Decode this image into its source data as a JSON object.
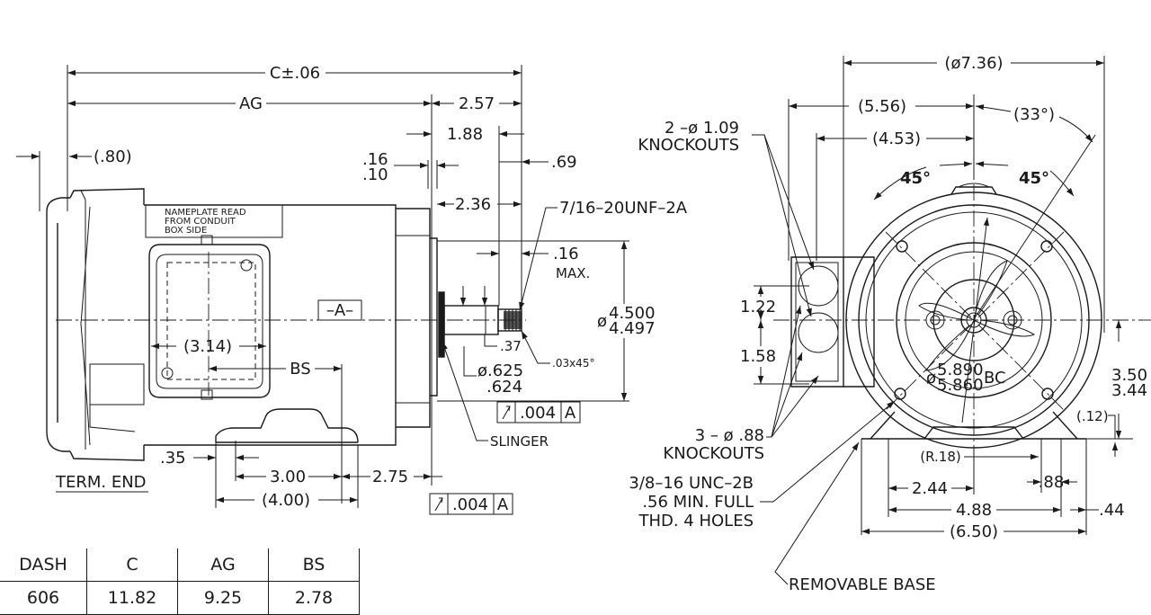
{
  "side_view": {
    "dim_c": "C±.06",
    "dim_ag": "AG",
    "dim_257": "2.57",
    "dim_188": "1.88",
    "dim_069": ".69",
    "dim_016": ".16",
    "dim_010": ".10",
    "dim_236": "2.36",
    "dim_080": "(.80)",
    "thread": "7/16–20UNF–2A",
    "dim_016_max_a": ".16",
    "dim_016_max_b": "MAX.",
    "dia_4500": "4.500",
    "dia_4497": "4.497",
    "dia_symbol": "ø",
    "nameplate_1": "NAMEPLATE READ",
    "nameplate_2": "FROM CONDUIT",
    "nameplate_3": "BOX SIDE",
    "datum_a": "–A–",
    "dim_314": "(3.14)",
    "dim_bs": "BS",
    "dim_037": ".37",
    "dia_625": "ø.625",
    "dia_624": ".624",
    "chamfer": ".03x45°",
    "runout_val": ".004",
    "runout_ref": "A",
    "slinger": "SLINGER",
    "dim_035": ".35",
    "dim_300": "3.00",
    "dim_275": "2.75",
    "dim_400": "(4.00)",
    "term_end": "TERM. END"
  },
  "end_view": {
    "dia_736": "(ø7.36)",
    "dim_556": "(5.56)",
    "dim_033": "(33°)",
    "dim_453": "(4.53)",
    "ko1_a": "2 –ø 1.09",
    "ko1_b": "KNOCKOUTS",
    "ang1": "45°",
    "ang2": "45°",
    "dim_122": "1.22",
    "dim_158": "1.58",
    "bc_a": "5.890",
    "bc_b": "5.860",
    "bc_suffix": "BC",
    "bc_symbol": "ø",
    "dim_350": "3.50",
    "dim_344": "3.44",
    "dim_012": "(.12)",
    "ko2_a": "3 – ø .88",
    "ko2_b": "KNOCKOUTS",
    "r018": "(R.18)",
    "tap_1": "3/8–16 UNC–2B",
    "tap_2": ".56 MIN. FULL",
    "tap_3": "THD. 4 HOLES",
    "dim_244": "2.44",
    "dim_088": ".88",
    "dim_488": "4.88",
    "dim_044": ".44",
    "dim_650": "(6.50)",
    "removable_base": "REMOVABLE BASE"
  },
  "table": {
    "headers": [
      "DASH",
      "C",
      "AG",
      "BS"
    ],
    "row1": [
      "606",
      "11.82",
      "9.25",
      "2.78"
    ]
  }
}
